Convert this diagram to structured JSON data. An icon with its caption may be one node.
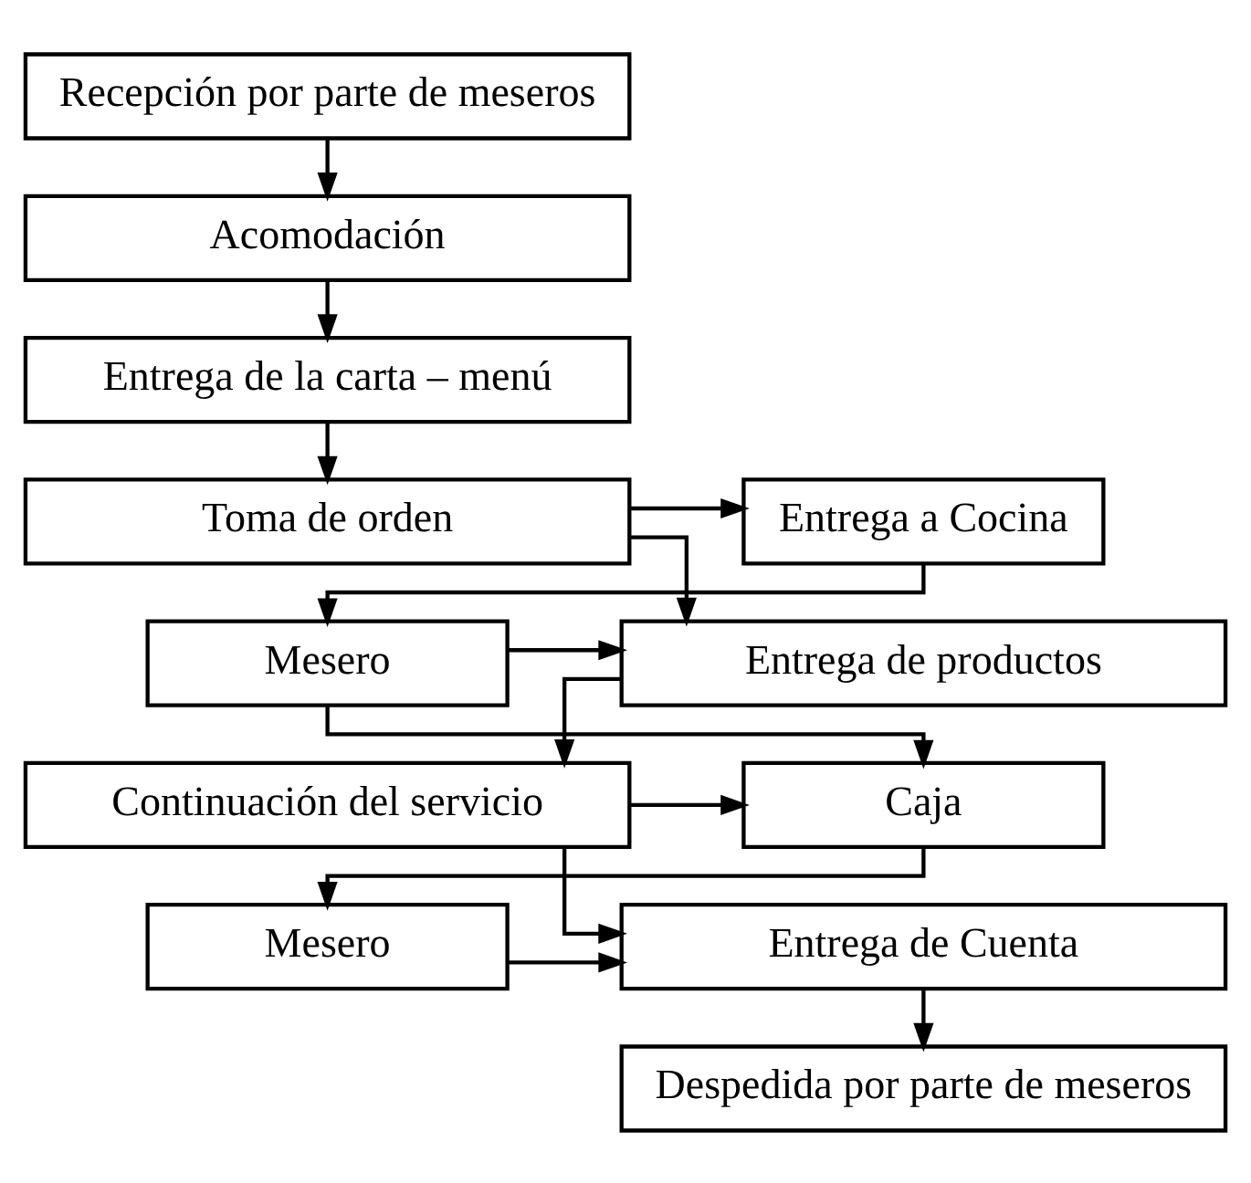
{
  "diagram": {
    "nodes": [
      {
        "text": [
          "Recepción por parte de meseros"
        ]
      },
      {
        "text": [
          "Acomodación"
        ]
      },
      {
        "text": [
          "Entrega de la carta – menú"
        ]
      },
      {
        "text": [
          "Toma de orden"
        ]
      },
      {
        "text": [
          "Entrega a Cocina"
        ]
      },
      {
        "text": [
          "Entrega de productos"
        ]
      },
      {
        "text": [
          "Mesero"
        ]
      },
      {
        "text": [
          "Continuación del servicio"
        ]
      },
      {
        "text": [
          "Caja"
        ]
      },
      {
        "text": [
          "Entrega de Cuenta"
        ]
      },
      {
        "text": [
          "Mesero"
        ]
      },
      {
        "text": [
          "Despedida por parte de meseros"
        ]
      }
    ],
    "edges": [
      {
        "from": 0,
        "to": 1,
        "arrow": "to"
      },
      {
        "from": 1,
        "to": 2,
        "arrow": "to"
      },
      {
        "from": 2,
        "to": 3,
        "arrow": "to"
      },
      {
        "from": 3,
        "to": 4,
        "arrow": "to"
      },
      {
        "from": 3,
        "to": 5,
        "arrow": "to"
      },
      {
        "from": 4,
        "to": 6,
        "arrow": "to"
      },
      {
        "from": 6,
        "to": 5,
        "arrow": "to"
      },
      {
        "from": 5,
        "to": 7,
        "arrow": "to"
      },
      {
        "from": 6,
        "to": 8,
        "arrow": "to"
      },
      {
        "from": 7,
        "to": 8,
        "arrow": "to"
      },
      {
        "from": 8,
        "to": 10,
        "arrow": "to"
      },
      {
        "from": 10,
        "to": 9,
        "arrow": "to"
      },
      {
        "from": 7,
        "to": 9,
        "arrow": "to"
      },
      {
        "from": 9,
        "to": 11,
        "arrow": "to"
      }
    ]
  }
}
